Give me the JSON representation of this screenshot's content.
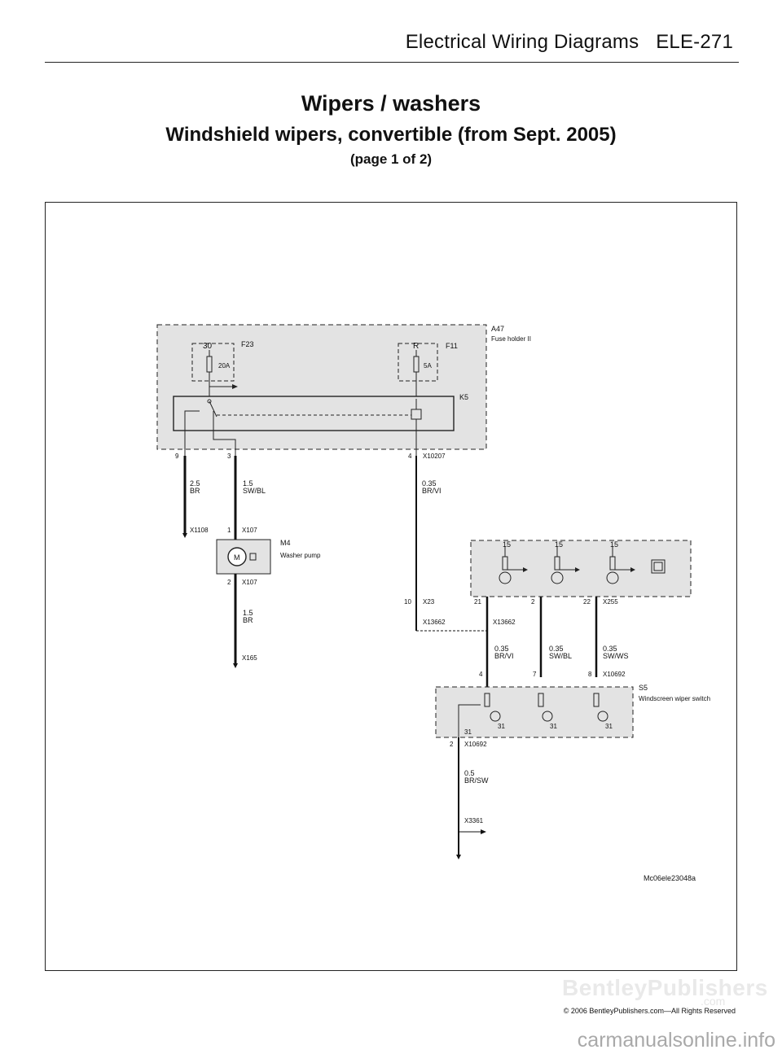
{
  "header": {
    "section": "Electrical Wiring Diagrams",
    "page": "ELE-271"
  },
  "title": {
    "main": "Wipers / washers",
    "sub": "Windshield wipers, convertible (from Sept. 2005)",
    "page_note": "(page 1 of 2)"
  },
  "diagram": {
    "a47": {
      "id": "A47",
      "name": "Fuse holder II"
    },
    "f23": {
      "id": "F23",
      "terminal": "30",
      "rating": "20A"
    },
    "f11": {
      "id": "F11",
      "terminal": "R",
      "rating": "5A"
    },
    "k5": {
      "id": "K5"
    },
    "x10207": {
      "id": "X10207",
      "pin": "4"
    },
    "pins_a47": {
      "p9": "9",
      "p3": "3"
    },
    "wires": {
      "w1_size": "2.5",
      "w1_color": "BR",
      "w2_size": "1.5",
      "w2_color": "SW/BL",
      "w3_size": "0.35",
      "w3_color": "BR/VI",
      "w4_size": "1.5",
      "w4_color": "BR",
      "w5_size": "0.35",
      "w5_color": "BR/VI",
      "w6_size": "0.35",
      "w6_color": "SW/BL",
      "w7_size": "0.35",
      "w7_color": "SW/WS",
      "w8_size": "0.5",
      "w8_color": "BR/SW"
    },
    "x1108": "X1108",
    "x107": {
      "id": "X107",
      "pin_top": "1",
      "pin_bottom": "2"
    },
    "m4": {
      "id": "M4",
      "name": "Washer pump",
      "motor_symbol": "M"
    },
    "x165": "X165",
    "x23": {
      "id": "X23",
      "pin": "10"
    },
    "x13662": "X13662",
    "x13662b": "X13662",
    "x255": {
      "id": "X255",
      "pin_a": "21",
      "pin_b": "2",
      "pin_c": "22"
    },
    "relay_block": {
      "t1": "15",
      "t2": "15",
      "t3": "15"
    },
    "x10692": {
      "id": "X10692",
      "pin_a": "4",
      "pin_b": "7",
      "pin_c": "8"
    },
    "s5": {
      "id": "S5",
      "name": "Windscreen wiper switch"
    },
    "s5_grounds": {
      "g0": "31",
      "g1": "31",
      "g2": "31",
      "g3": "31"
    },
    "x10692b": {
      "id": "X10692",
      "pin": "2"
    },
    "x3361": "X3361",
    "ref": "Mc06ele23048a"
  },
  "footer": {
    "watermark": "BentleyPublishers",
    "watermark_domain": ".com",
    "copyright": "© 2006 BentleyPublishers.com—All Rights Reserved",
    "site": "carmanualsonline.info"
  }
}
